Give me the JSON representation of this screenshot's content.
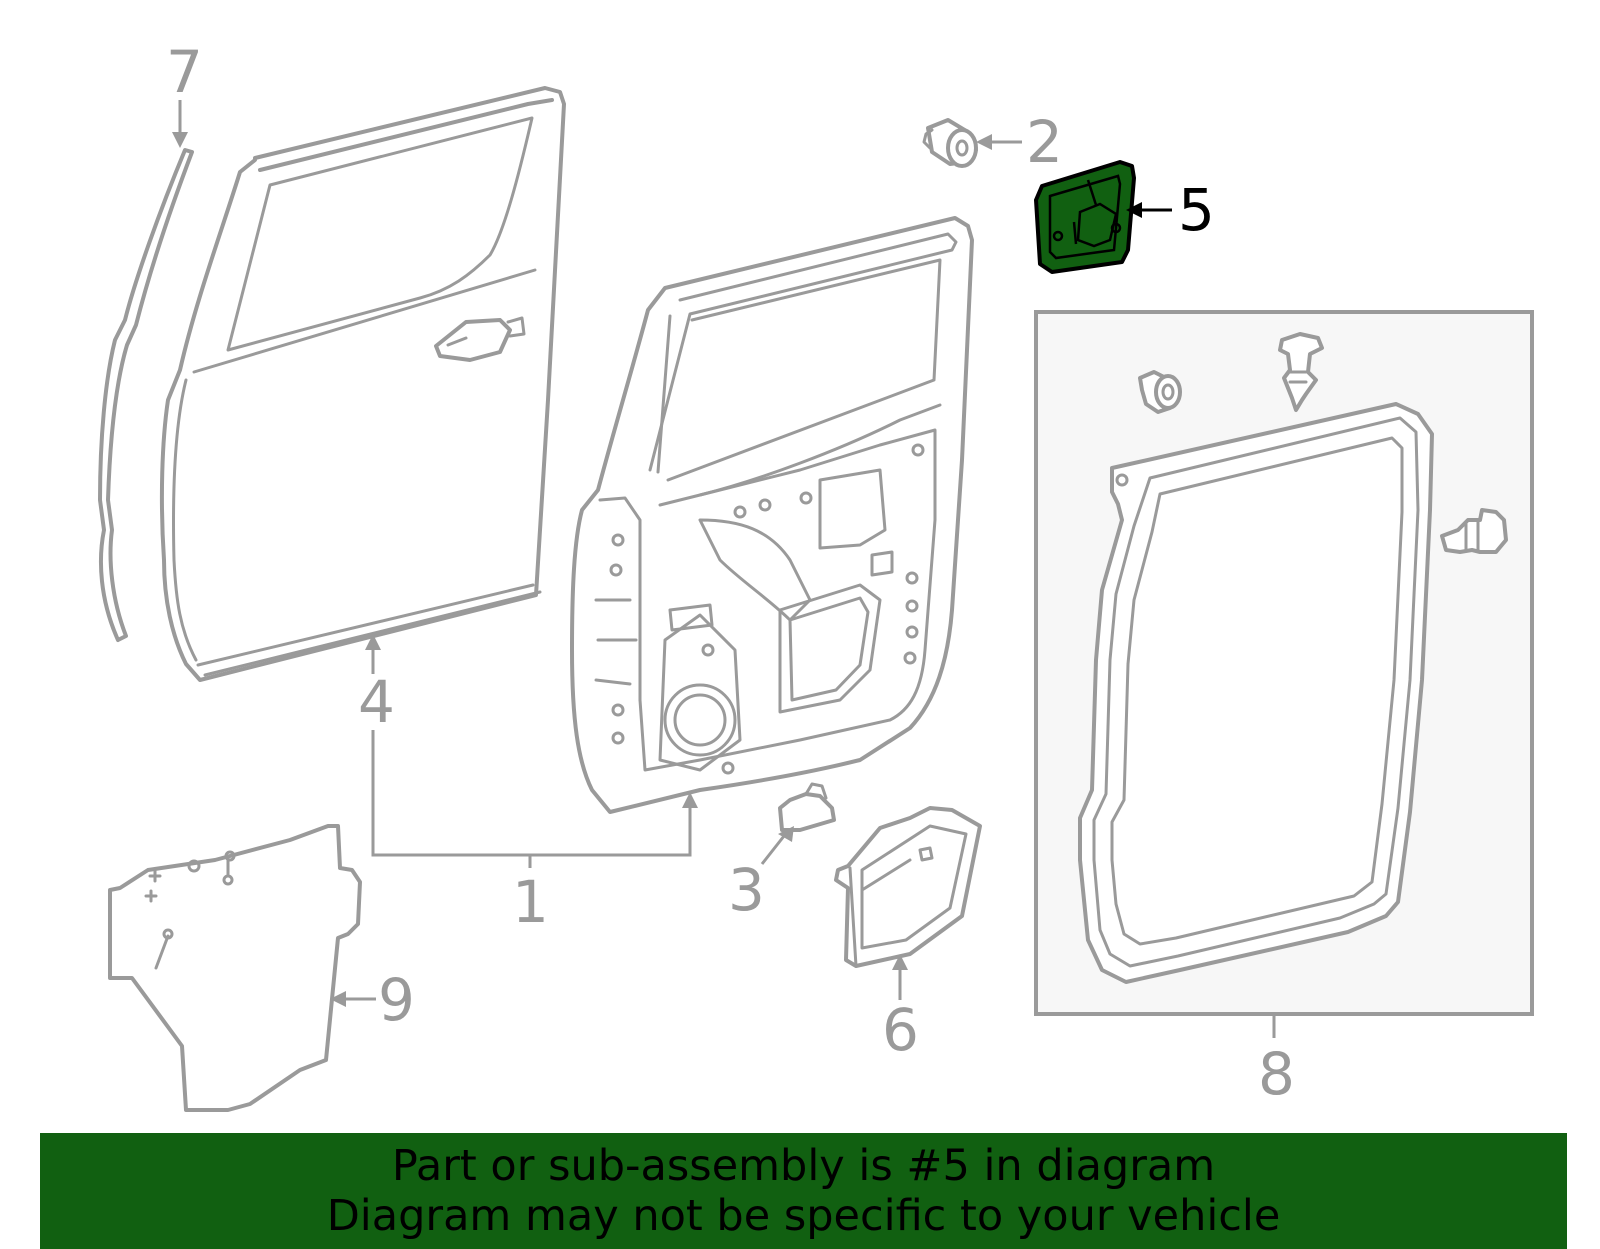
{
  "diagram": {
    "callouts": {
      "c1": "1",
      "c2": "2",
      "c3": "3",
      "c4": "4",
      "c5": "5",
      "c6": "6",
      "c7": "7",
      "c8": "8",
      "c9": "9"
    },
    "highlighted_part": "5",
    "highlight_color": "#116011",
    "line_color": "#9a9a9a"
  },
  "banner": {
    "line1": "Part or sub-assembly is #5 in diagram",
    "line2": "Diagram may not be specific to your vehicle",
    "background": "#116011"
  }
}
